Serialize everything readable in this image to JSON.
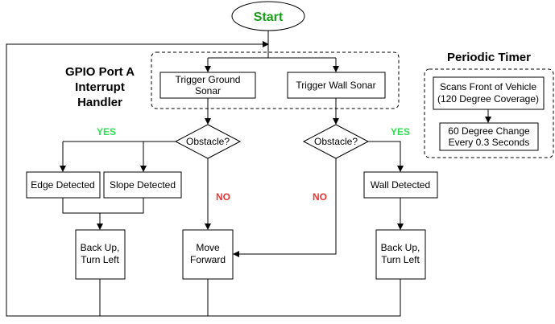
{
  "start": "Start",
  "group_title": [
    "GPIO Port A",
    "Interrupt",
    "Handler"
  ],
  "trigger_ground": [
    "Trigger Ground",
    "Sonar"
  ],
  "trigger_wall": "Trigger Wall Sonar",
  "decision_left": "Obstacle?",
  "decision_right": "Obstacle?",
  "yes_label": "YES",
  "no_label": "NO",
  "edge_detected": "Edge Detected",
  "slope_detected": "Slope Detected",
  "wall_detected": "Wall Detected",
  "back_up_left": [
    "Back Up,",
    "Turn Left"
  ],
  "move_forward": [
    "Move",
    "Forward"
  ],
  "back_up_right": [
    "Back Up,",
    "Turn Left"
  ],
  "periodic_title": "Periodic Timer",
  "scan_box": [
    "Scans Front of Vehicle",
    "(120 Degree Coverage)"
  ],
  "degree_box": [
    "60 Degree Change",
    "Every 0.3 Seconds"
  ],
  "colors": {
    "start_text": "#1a9e1a",
    "yes": "#33dd55",
    "no": "#ee3333"
  }
}
